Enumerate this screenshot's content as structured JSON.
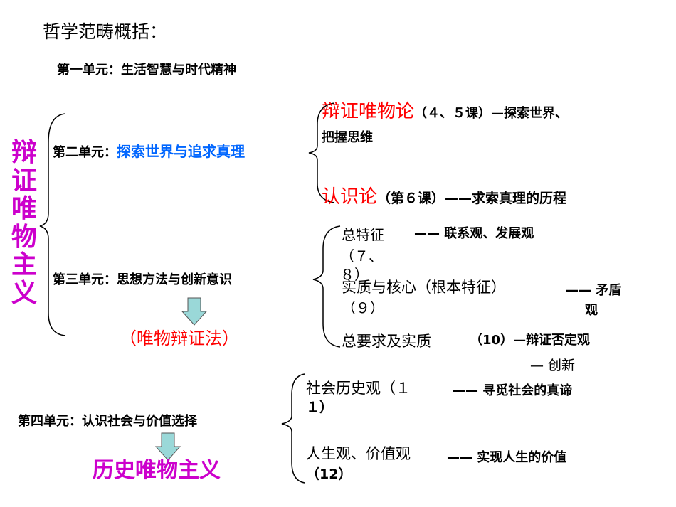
{
  "title": "哲学范畴概括：",
  "unit1": "第一单元：生活智慧与时代精神",
  "side_label": "辩证唯物主义",
  "unit2": {
    "prefix": "第二单元：",
    "topic": "探索世界与追求真理"
  },
  "branch1": {
    "head": "辩证唯物论",
    "tail1": "（４、５课）—探索世界、",
    "tail2": "把握思维"
  },
  "branch2": {
    "head": "认识论",
    "tail": "（第６课）——求索真理的历程"
  },
  "unit3": "第三单元：思想方法与创新意识",
  "method": "（唯物辩证法）",
  "sub1": {
    "label": "总特征",
    "lesson1": "（７、",
    "lesson2": "８）",
    "desc": "—— 联系观、发展观"
  },
  "sub2": {
    "label": "实质与核心（根本特征）",
    "lesson": "（９）",
    "desc1": "—— 矛盾",
    "desc2": "观"
  },
  "sub3": {
    "label": "总要求及实质",
    "lesson": "（10）",
    "desc1": "—辩证否定观",
    "desc2": "— 创新"
  },
  "unit4": "第四单元：认识社会与价值选择",
  "hist": "历史唯物主义",
  "sub4": {
    "label": "社会历史观（１",
    "lesson": "１）",
    "desc": "—— 寻觅社会的真谛"
  },
  "sub5": {
    "label": "人生观、价值观",
    "lesson": "（12）",
    "desc": "—— 实现人生的价值"
  },
  "colors": {
    "magenta": "#cc00cc",
    "red": "#ff0000",
    "blue": "#0066ff",
    "arrow": "#9ad8d8"
  }
}
